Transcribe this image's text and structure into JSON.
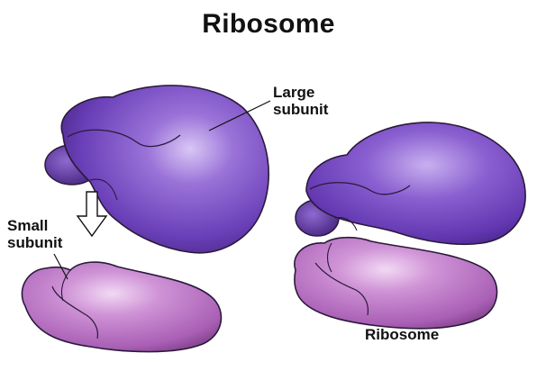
{
  "title": "Ribosome",
  "labels": {
    "large_subunit": [
      "Large",
      "subunit"
    ],
    "small_subunit": [
      "Small",
      "subunit"
    ],
    "ribosome": "Ribosome"
  },
  "colors": {
    "large_subunit": "#6a3fb8",
    "small_subunit": "#b46dc0",
    "outline": "#2a1a3a",
    "background": "#ffffff"
  }
}
